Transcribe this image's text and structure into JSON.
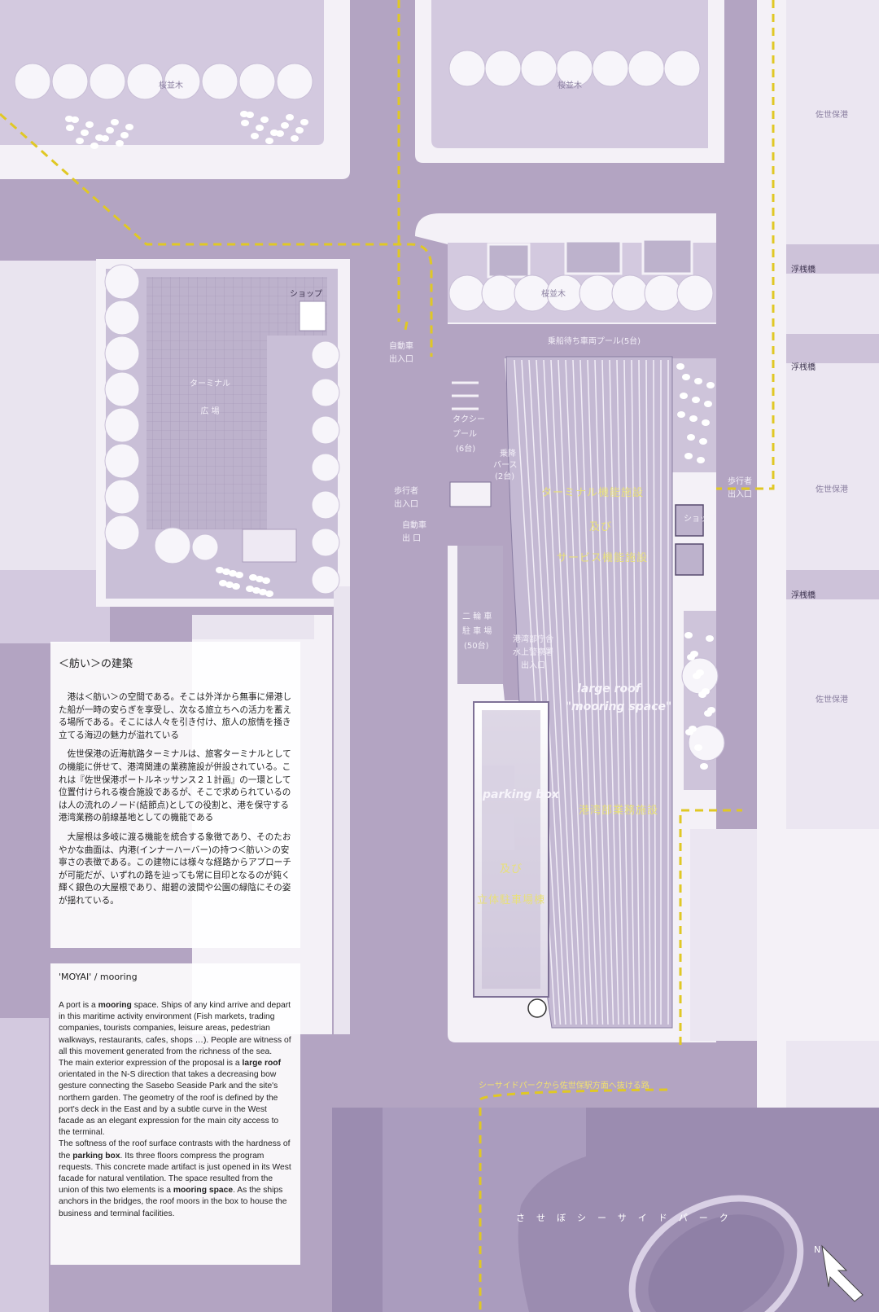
{
  "labels": {
    "street_trees_nw": "桜並木",
    "street_trees_ne": "桜並木",
    "street_trees_mid": "桜並木",
    "shop_west": "ショップ",
    "plaza_line1": "ターミナル",
    "plaza_line2": "広 場",
    "car_entrance": [
      "自動車",
      "出入口"
    ],
    "car_pool": "乗船待ち車両プール(5台)",
    "taxi_pool": [
      "タクシー",
      "プール",
      "(6台)"
    ],
    "boarding_berth": [
      "乗降",
      "バース",
      "(2台)"
    ],
    "pedestrian_entrance_w": [
      "歩行者",
      "出入口"
    ],
    "car_exit": [
      "自動車",
      "出 口"
    ],
    "terminal_facility_1": "ターミナル機能施設",
    "terminal_facility_2": "及び",
    "terminal_facility_3": "サービス機能施設",
    "shop_east": "ショップ",
    "pedestrian_entrance_e": [
      "歩行者",
      "出入口"
    ],
    "bike_parking": [
      "二 輪 車",
      "駐 車 場",
      "(50台)"
    ],
    "harbor_police": [
      "港湾部庁舎",
      "水上警察署",
      "出入口"
    ],
    "large_roof_1": "large roof",
    "large_roof_2": "\"mooring space\"",
    "parking_box": "parking box",
    "public_facility_1": "港湾部業務施設",
    "public_facility_2": "及び",
    "public_facility_3": "立体駐車場棟",
    "pier_1": "浮桟橋",
    "pier_2": "浮桟橋",
    "pier_3": "浮桟橋",
    "port_1": "佐世保港",
    "port_2": "佐世保港",
    "port_3": "佐世保港",
    "park_route": "シーサイドパークから佐世保駅方面へ抜ける路",
    "park_name": "させぼシーサイドパーク",
    "north": "N"
  },
  "jp_text": {
    "title": "＜舫い＞の建築",
    "p1": "港は＜舫い＞の空間である。そこは外洋から無事に帰港した船が一時の安らぎを享受し、次なる旅立ちへの活力を蓄える場所である。そこには人々を引き付け、旅人の旅情を掻き立てる海辺の魅力が溢れている",
    "p2": "佐世保港の近海航路ターミナルは、旅客ターミナルとしての機能に併せて、港湾関連の業務施設が併設されている。これは『佐世保港ポートルネッサンス２１計画』の一環として位置付けられる複合施設であるが、そこで求められているのは人の流れのノード(結節点)としての役割と、港を保守する港湾業務の前線基地としての機能である",
    "p3": "大屋根は多岐に渡る機能を統合する象徴であり、そのたおやかな曲面は、内港(インナーハーバー)の持つ＜舫い＞の安寧さの表徴である。この建物には様々な経路からアプローチが可能だが、いずれの路を辿っても常に目印となるのが鈍く輝く銀色の大屋根であり、紺碧の波間や公園の緑陰にその姿が揺れている。"
  },
  "en_text": {
    "title": "'MOYAI' / mooring",
    "p1_a": "A port is a ",
    "p1_b": "mooring",
    "p1_c": " space. Ships of any kind arrive and depart in this maritime activity environment (Fish markets, trading companies, tourists companies, leisure areas, pedestrian walkways, restaurants, cafes, shops …). People are witness of all this movement generated from the richness of the sea.",
    "p2_a": "The main exterior expression of the proposal is a ",
    "p2_b": "large roof",
    "p2_c": " orientated in the N-S direction that takes a decreasing bow gesture connecting the Sasebo Seaside Park and the site's northern garden. The geometry of the roof is defined by the port's deck in the East and by a subtle curve in the West facade as an elegant expression for the main city access to the terminal.",
    "p3_a": "The softness of the roof surface contrasts with the hardness of the ",
    "p3_b": "parking box",
    "p3_c": ". Its three floors compress the program requests. This concrete made artifact is just opened in its West facade for natural ventilation. The space resulted from the union of this two elements is a ",
    "p3_d": "mooring space",
    "p3_e": ". As the ships anchors in the bridges, the roof moors in the box to house the business and terminal facilities."
  },
  "colors": {
    "road": "#b3a4c2",
    "block": "#d3c9df",
    "sidewalk": "#f4f1f7",
    "route": "#e0c824"
  }
}
